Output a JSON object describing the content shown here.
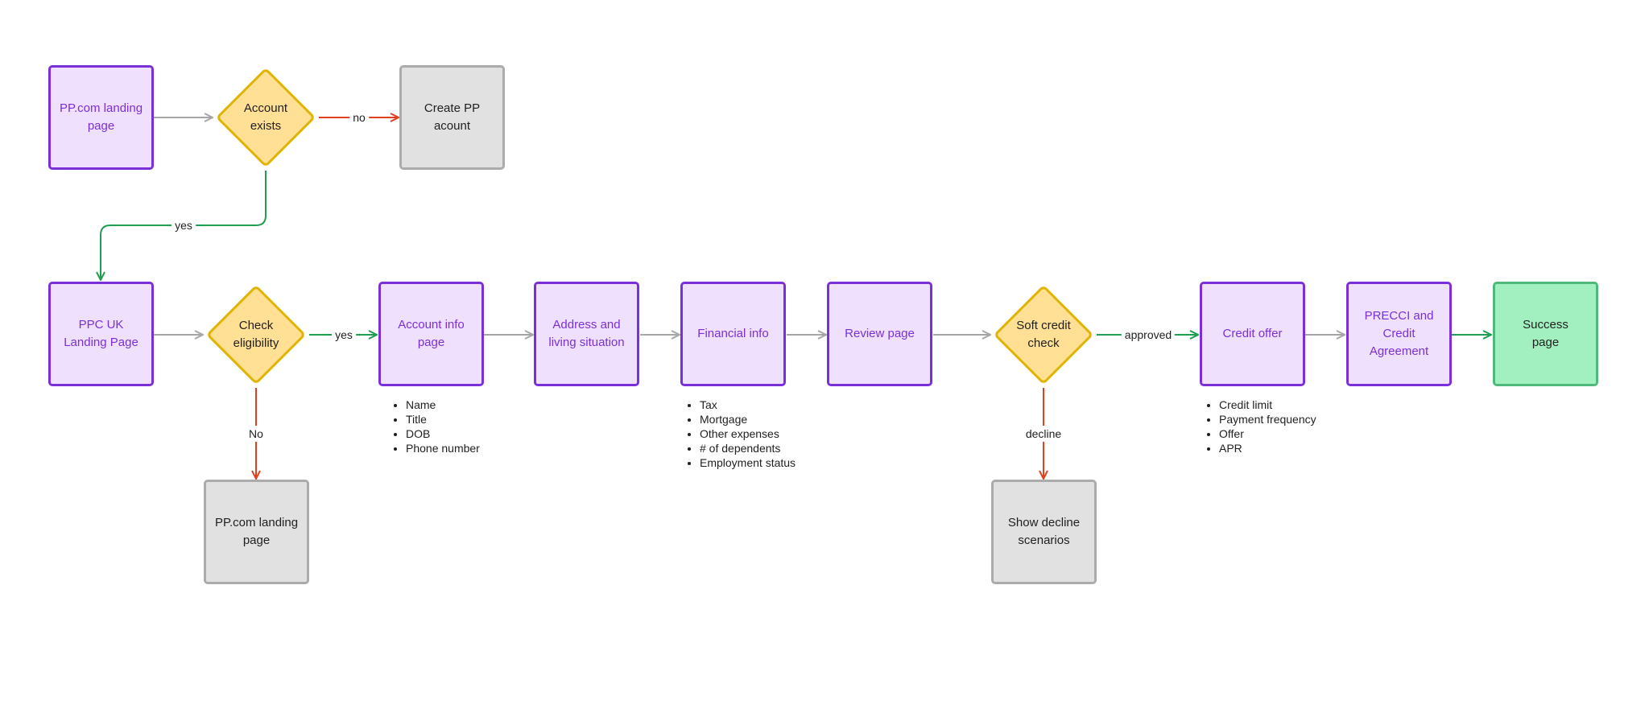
{
  "nodes": {
    "pp_landing": "PP.com landing page",
    "account_exists": "Account exists",
    "create_pp_account": "Create PP acount",
    "ppc_uk_landing": "PPC UK Landing Page",
    "check_eligibility": "Check eligibility",
    "pp_landing_no": "PP.com landing page",
    "account_info": "Account info page",
    "address_living": "Address and living situation",
    "financial_info": "Financial info",
    "review_page": "Review page",
    "soft_credit_check": "Soft credit check",
    "show_decline": "Show decline scenarios",
    "credit_offer": "Credit offer",
    "precci": "PRECCI and Credit Agreement",
    "success": "Success page"
  },
  "edge_labels": {
    "no": "no",
    "yes_top": "yes",
    "yes_eligibility": "yes",
    "no_eligibility": "No",
    "approved": "approved",
    "decline": "decline"
  },
  "notes": {
    "account_info": [
      "Name",
      "Title",
      "DOB",
      "Phone number"
    ],
    "financial_info": [
      "Tax",
      "Mortgage",
      "Other expenses",
      "# of dependents",
      "Employment status"
    ],
    "credit_offer": [
      "Credit limit",
      "Payment frequency",
      "Offer",
      "APR"
    ]
  },
  "colors": {
    "purple_fill": "#efe0fd",
    "purple_border": "#7a2fd9",
    "gray_fill": "#e1e1e1",
    "gray_border": "#ababab",
    "green_fill": "#a2f0c0",
    "green_border": "#4eb97a",
    "diamond_fill": "#ffe094",
    "diamond_border": "#e0b405",
    "arrow_gray": "#a6a6a6",
    "arrow_red": "#e0401e",
    "arrow_green": "#1f9e4f"
  }
}
